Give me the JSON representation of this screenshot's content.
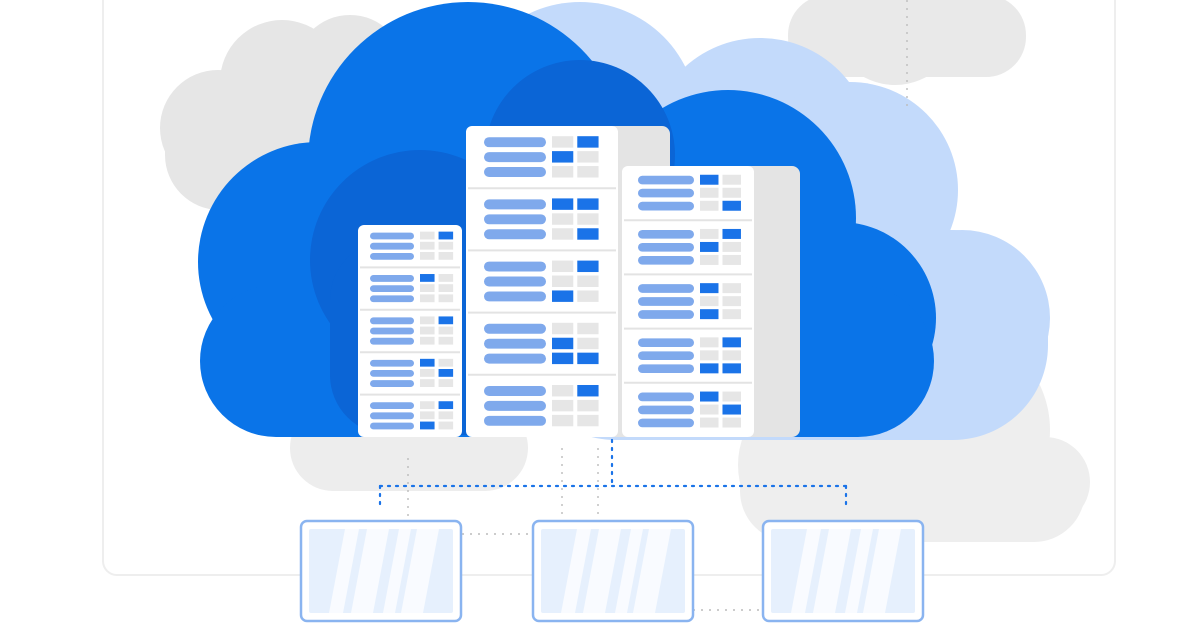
{
  "colors": {
    "cloud_primary": "#0a74e8",
    "cloud_primary_shade": "#0b65d6",
    "cloud_back": "#c3dafb",
    "cloud_gray": "#e6e6e6",
    "server_bar": "#7fa9ec",
    "server_indicator": "#1a73e8",
    "connector_dots": "#1a73e8",
    "monitor_frame": "#8ab4f0",
    "monitor_screen": "#e6f0fd"
  },
  "icons": [
    "cloud-icon",
    "server-rack-icon",
    "network-connector-icon",
    "monitor-icon"
  ],
  "servers": [
    {
      "name": "left-server-rack",
      "units": 5
    },
    {
      "name": "center-server-rack",
      "units": 5
    },
    {
      "name": "right-server-rack",
      "units": 5
    }
  ],
  "client_devices": [
    {
      "name": "client-monitor-left"
    },
    {
      "name": "client-monitor-center"
    },
    {
      "name": "client-monitor-right"
    }
  ]
}
